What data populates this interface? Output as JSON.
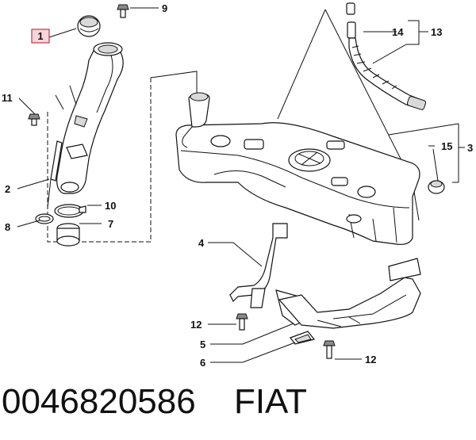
{
  "labels": {
    "l1": "1",
    "l2": "2",
    "l3": "3",
    "l4": "4",
    "l5": "5",
    "l6": "6",
    "l7": "7",
    "l8": "8",
    "l9": "9",
    "l10": "10",
    "l11": "11",
    "l12a": "12",
    "l12b": "12",
    "l13": "13",
    "l14": "14",
    "l15": "15"
  },
  "caption": {
    "part_number": "0046820586",
    "brand": "FIAT"
  },
  "colors": {
    "line": "#111111",
    "highlight_box": "#f6d6da",
    "highlight_border": "#c0364a"
  }
}
